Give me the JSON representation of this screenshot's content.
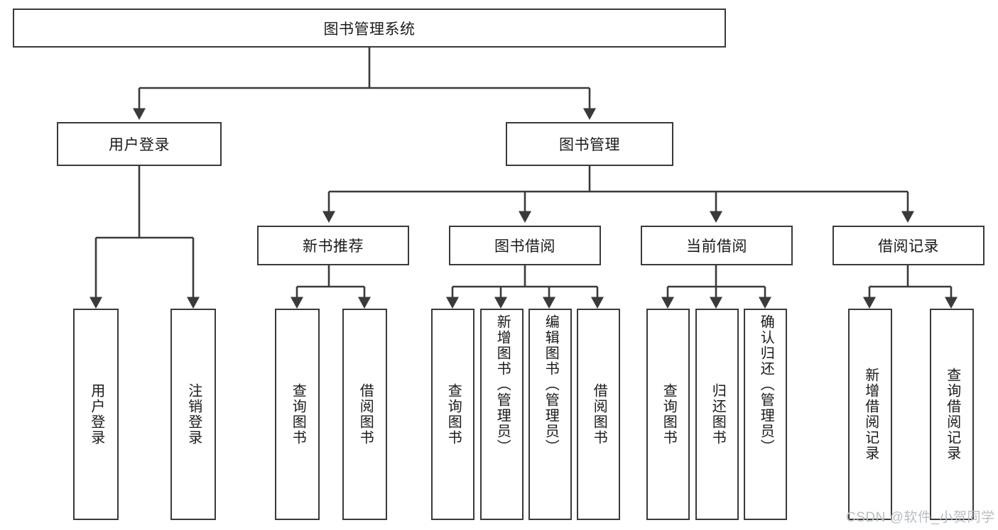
{
  "diagram": {
    "title": "图书管理系统",
    "type": "hierarchy-tree",
    "root": {
      "id": "root",
      "label": "图书管理系统"
    },
    "level2": [
      {
        "id": "user-login",
        "label": "用户登录"
      },
      {
        "id": "book-manage",
        "label": "图书管理"
      }
    ],
    "level3": [
      {
        "id": "new-book-recommend",
        "label": "新书推荐",
        "parent": "book-manage"
      },
      {
        "id": "book-borrow",
        "label": "图书借阅",
        "parent": "book-manage"
      },
      {
        "id": "current-borrow",
        "label": "当前借阅",
        "parent": "book-manage"
      },
      {
        "id": "borrow-record",
        "label": "借阅记录",
        "parent": "book-manage"
      }
    ],
    "leaves": [
      {
        "id": "leaf-user-login",
        "label": "用户登录",
        "parent": "user-login"
      },
      {
        "id": "leaf-logout",
        "label": "注销登录",
        "parent": "user-login"
      },
      {
        "id": "leaf-query-book-1",
        "label": "查询图书",
        "parent": "new-book-recommend"
      },
      {
        "id": "leaf-borrow-book-1",
        "label": "借阅图书",
        "parent": "new-book-recommend"
      },
      {
        "id": "leaf-query-book-2",
        "label": "查询图书",
        "parent": "book-borrow"
      },
      {
        "id": "leaf-add-book",
        "label": "新增图书（管理员）",
        "parent": "book-borrow"
      },
      {
        "id": "leaf-edit-book",
        "label": "编辑图书（管理员）",
        "parent": "book-borrow"
      },
      {
        "id": "leaf-borrow-book-2",
        "label": "借阅图书",
        "parent": "book-borrow"
      },
      {
        "id": "leaf-query-book-3",
        "label": "查询图书",
        "parent": "current-borrow"
      },
      {
        "id": "leaf-return-book",
        "label": "归还图书",
        "parent": "current-borrow"
      },
      {
        "id": "leaf-confirm-return",
        "label": "确认归还（管理员）",
        "parent": "current-borrow"
      },
      {
        "id": "leaf-add-record",
        "label": "新增借阅记录",
        "parent": "borrow-record"
      },
      {
        "id": "leaf-query-record",
        "label": "查询借阅记录",
        "parent": "borrow-record"
      }
    ],
    "colors": {
      "stroke": "#3a3a3a",
      "background": "#ffffff",
      "text": "#1a1a1a",
      "watermark": "#b9bcc0"
    }
  },
  "watermark": {
    "text": "CSDN @软件_小贺同学"
  }
}
